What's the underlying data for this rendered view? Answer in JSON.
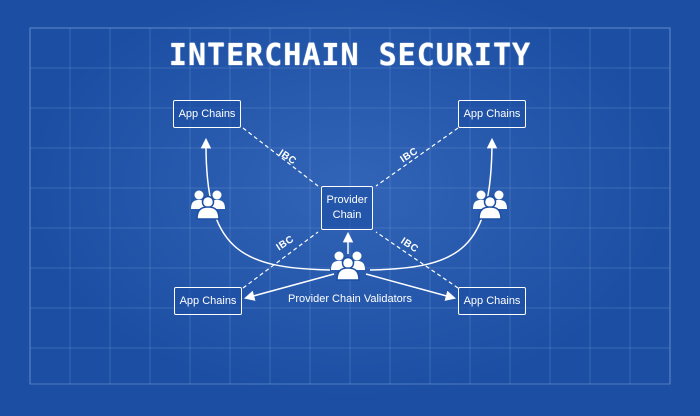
{
  "title": "INTERCHAIN SECURITY",
  "nodes": {
    "provider_chain": "Provider\nChain",
    "app_chain_top_left": "App Chains",
    "app_chain_top_right": "App Chains",
    "app_chain_bottom_left": "App Chains",
    "app_chain_bottom_right": "App Chains"
  },
  "edges": {
    "ibc_top_left": "IBC",
    "ibc_top_right": "IBC",
    "ibc_bottom_left": "IBC",
    "ibc_bottom_right": "IBC"
  },
  "validators_label": "Provider Chain Validators",
  "icons": [
    "validator-group-icon"
  ],
  "colors": {
    "background": "#1c4fa3",
    "line": "#ffffff",
    "grid": "#6f97d6"
  }
}
